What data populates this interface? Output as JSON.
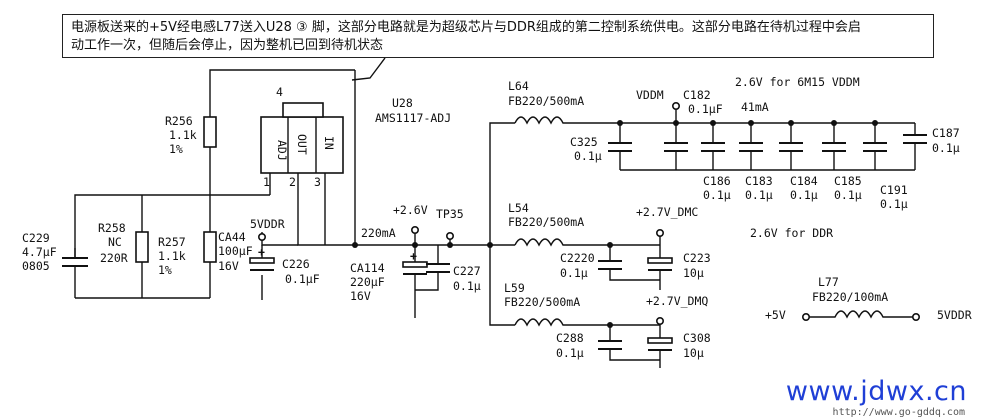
{
  "note": {
    "line1": "电源板送来的+5V经电感L77送入U28 ③ 脚，这部分电路就是为超级芯片与DDR组成的第二控制系统供电。这部分电路在待机过程中会启",
    "line2": "动工作一次，但随后会停止，因为整机已回到待机状态"
  },
  "u28": {
    "ref": "U28",
    "part": "AMS1117-ADJ",
    "pin_top": "4",
    "pin_adj": "ADJ",
    "pin_out": "OUT",
    "pin_in": "IN",
    "p1": "1",
    "p2": "2",
    "p3": "3"
  },
  "r256": {
    "ref": "R256",
    "value": "1.1k",
    "tol": "1%"
  },
  "c229": {
    "ref": "C229",
    "value": "4.7μF",
    "size": "0805"
  },
  "r258": {
    "ref": "R258",
    "value": "NC",
    "value2": "220R"
  },
  "r257": {
    "ref": "R257",
    "value": "1.1k",
    "tol": "1%"
  },
  "ca44": {
    "ref": "CA44",
    "value": "100μF",
    "volt": "16V"
  },
  "c226": {
    "ref": "C226",
    "value": "0.1μF"
  },
  "ca114": {
    "ref": "CA114",
    "value": "220μF",
    "volt": "16V"
  },
  "c227": {
    "ref": "C227",
    "value": "0.1μ"
  },
  "net": {
    "vddr5": "5VDDR",
    "v26": "+2.6V",
    "tp35": "TP35",
    "current": "220mA",
    "vddm": "VDDM",
    "i41": "41mA",
    "dmc": "+2.7V_DMC",
    "dmq": "+2.7V_DMQ",
    "p5v": "+5V",
    "vddr_out": "5VDDR"
  },
  "l64": {
    "ref": "L64",
    "value": "FB220/500mA"
  },
  "l54": {
    "ref": "L54",
    "value": "FB220/500mA"
  },
  "l59": {
    "ref": "L59",
    "value": "FB220/500mA"
  },
  "l77": {
    "ref": "L77",
    "value": "FB220/100mA"
  },
  "c325": {
    "ref": "C325",
    "value": "0.1μ"
  },
  "c182": {
    "ref": "C182",
    "value": "0.1μF"
  },
  "c186": {
    "ref": "C186",
    "value": "0.1μ"
  },
  "c183": {
    "ref": "C183",
    "value": "0.1μ"
  },
  "c184": {
    "ref": "C184",
    "value": "0.1μ"
  },
  "c185": {
    "ref": "C185",
    "value": "0.1μ"
  },
  "c191": {
    "ref": "C191",
    "value": "0.1μ"
  },
  "c187": {
    "ref": "C187",
    "value": "0.1μ"
  },
  "c2220": {
    "ref": "C2220",
    "value": "0.1μ"
  },
  "c223": {
    "ref": "C223",
    "value": "10μ"
  },
  "c288": {
    "ref": "C288",
    "value": "0.1μ"
  },
  "c308": {
    "ref": "C308",
    "value": "10μ"
  },
  "title_vddm": "2.6V for 6M15 VDDM",
  "title_ddr": "2.6V for DDR",
  "watermark": {
    "site": "www.jdwx.cn",
    "small": "http://www.go-gddq.com"
  }
}
